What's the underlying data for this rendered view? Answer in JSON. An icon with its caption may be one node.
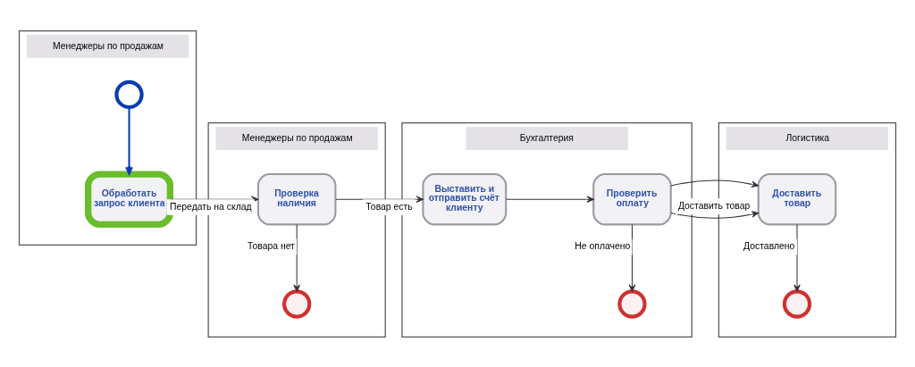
{
  "diagram": {
    "nodes": [
      {
        "text": [
          "Менеджеры по продажам"
        ]
      },
      {
        "text": [],
        "shape": "circle",
        "in": 0
      },
      {
        "text": [
          "Обработать запрос клиента"
        ],
        "in": 0
      },
      {
        "text": [
          "Менеджеры по продажам"
        ]
      },
      {
        "text": [
          "Проверка наличия"
        ],
        "in": 3
      },
      {
        "text": [],
        "shape": "circle",
        "in": 3
      },
      {
        "text": [
          "Бухгалтерия"
        ]
      },
      {
        "text": [
          "Выставить и отправить счёт клиенту"
        ],
        "in": 6
      },
      {
        "text": [
          "Проверить оплату"
        ],
        "in": 6
      },
      {
        "text": [],
        "shape": "circle",
        "in": 6
      },
      {
        "text": [
          "Логистика"
        ]
      },
      {
        "text": [
          "Доставить товар"
        ],
        "in": 10
      },
      {
        "text": [],
        "shape": "circle",
        "in": 10
      }
    ],
    "edges": [
      {
        "from": 1,
        "to": 2,
        "arrow": "to",
        "color": "#0a3cb0"
      },
      {
        "from": 2,
        "to": 4,
        "arrow": "to",
        "label": "Передать на склад"
      },
      {
        "from": 4,
        "to": 7,
        "arrow": "to",
        "label": "Товар есть"
      },
      {
        "from": 4,
        "to": 5,
        "arrow": "to",
        "label": "Товара нет"
      },
      {
        "from": 7,
        "to": 8,
        "arrow": "to"
      },
      {
        "from": 8,
        "to": 11,
        "arrow": "to",
        "label": "Доставить товар"
      },
      {
        "from": 8,
        "to": 9,
        "arrow": "to",
        "label": "Не оплачено"
      },
      {
        "from": 11,
        "to": 12,
        "arrow": "to",
        "label": "Доставлено"
      }
    ]
  }
}
